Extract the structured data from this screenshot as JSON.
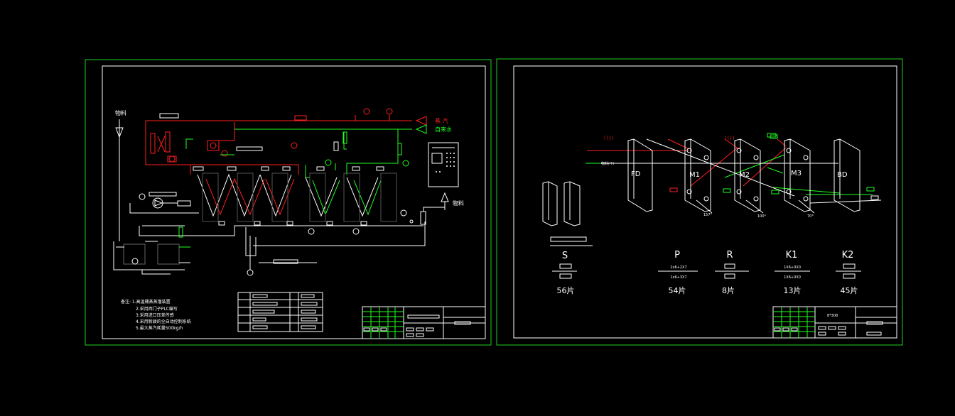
{
  "left_sheet": {
    "label_material_in": "物料",
    "label_material_out": "物料",
    "label_steam": "蒸 汽",
    "label_tap_water": "自来水",
    "notes": [
      "备注: 1.高温桶蒸蒸馏装置",
      "2.采用西门子PLC编写",
      "3.采用进口压差传感",
      "4.采用新颖的全自动控制系统",
      "5.最大蒸汽耗量500kg/h"
    ]
  },
  "right_sheet": {
    "plates": [
      {
        "id": "plate-fd",
        "label": "FD"
      },
      {
        "id": "plate-m1",
        "label": "M1"
      },
      {
        "id": "plate-m2",
        "label": "M2"
      },
      {
        "id": "plate-m3",
        "label": "M3"
      },
      {
        "id": "plate-bd",
        "label": "BD"
      }
    ],
    "angle_labels": [
      "157°",
      "100°",
      "70°"
    ],
    "material_label": "物料(↑)",
    "groups": [
      {
        "id": "group-s",
        "label": "S",
        "count": "56片",
        "upper": "",
        "lower": ""
      },
      {
        "id": "group-p",
        "label": "P",
        "count": "54片",
        "upper": "2x6+2X7",
        "lower": "1x6+3X7"
      },
      {
        "id": "group-r",
        "label": "R",
        "count": "8片",
        "upper": "",
        "lower": ""
      },
      {
        "id": "group-k1",
        "label": "K1",
        "count": "13片",
        "upper": "1X6+0X0",
        "lower": "1X6+0X0"
      },
      {
        "id": "group-k2",
        "label": "K2",
        "count": "45片",
        "upper": "",
        "lower": ""
      }
    ],
    "title_block_text": "8*308"
  },
  "colors": {
    "frame": "#20d020",
    "line_white": "#ffffff",
    "steam_red": "#ff2020",
    "water_green": "#20ff20"
  }
}
